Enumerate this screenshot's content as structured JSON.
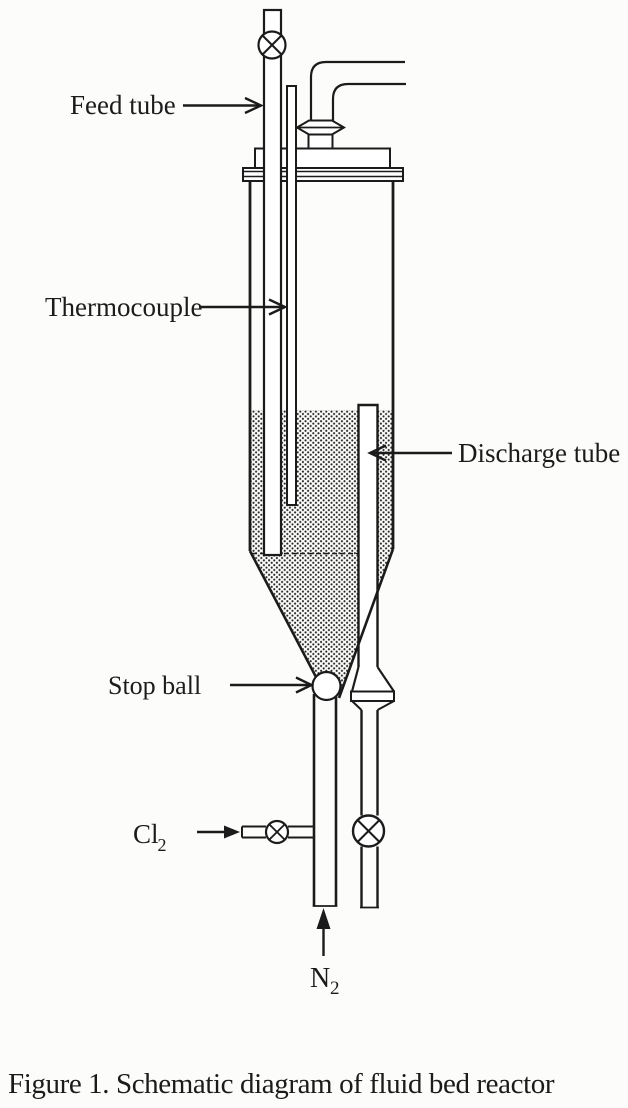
{
  "figure": {
    "caption": "Figure 1. Schematic diagram of fluid bed reactor"
  },
  "labels": {
    "feed_tube": "Feed tube",
    "thermocouple": "Thermocouple",
    "discharge_tube": "Discharge tube",
    "stop_ball": "Stop ball",
    "cl2": {
      "base": "Cl",
      "sub": "2"
    },
    "n2": {
      "base": "N",
      "sub": "2"
    }
  },
  "colors": {
    "ink": "#1b1b1b",
    "background": "#fcfcfb"
  }
}
